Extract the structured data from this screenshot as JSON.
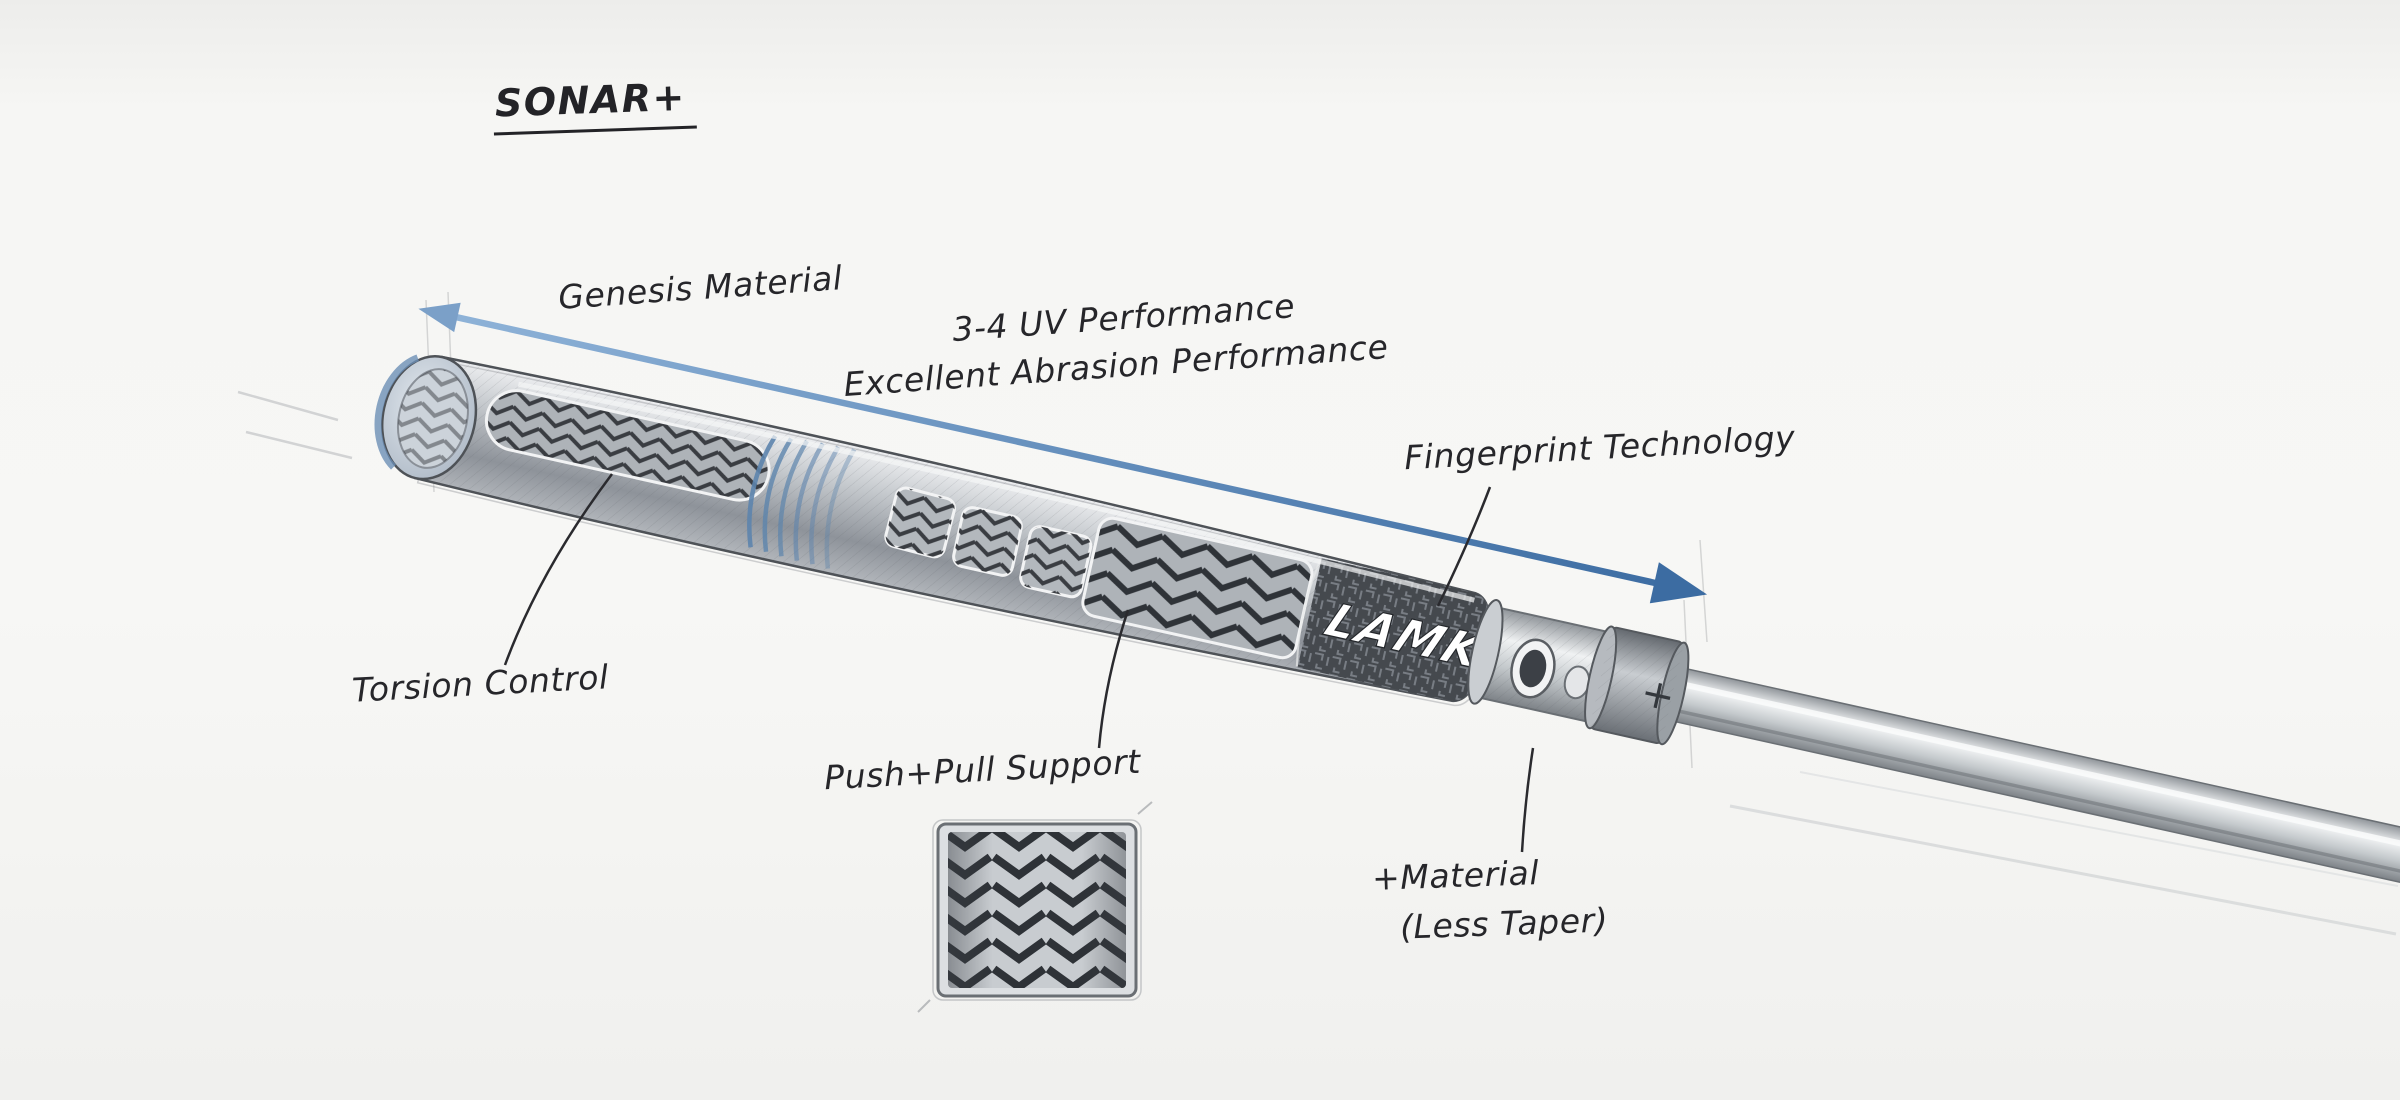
{
  "title": "SONAR+",
  "annotations": {
    "genesis_material": "Genesis Material",
    "uv_performance": "3-4 UV Performance",
    "abrasion_performance": "Excellent Abrasion Performance",
    "fingerprint_technology": "Fingerprint Technology",
    "torsion_control": "Torsion Control",
    "push_pull_support": "Push+Pull Support",
    "material": "+Material",
    "less_taper": "(Less Taper)"
  },
  "grip": {
    "brand_text": "LAMK",
    "end_mark": "+"
  },
  "colors": {
    "arrow_blue": "#3c6ca2",
    "ink": "#26262a",
    "background": "#f5f5f3",
    "grip_blue_accent": "#6b8fb5"
  }
}
